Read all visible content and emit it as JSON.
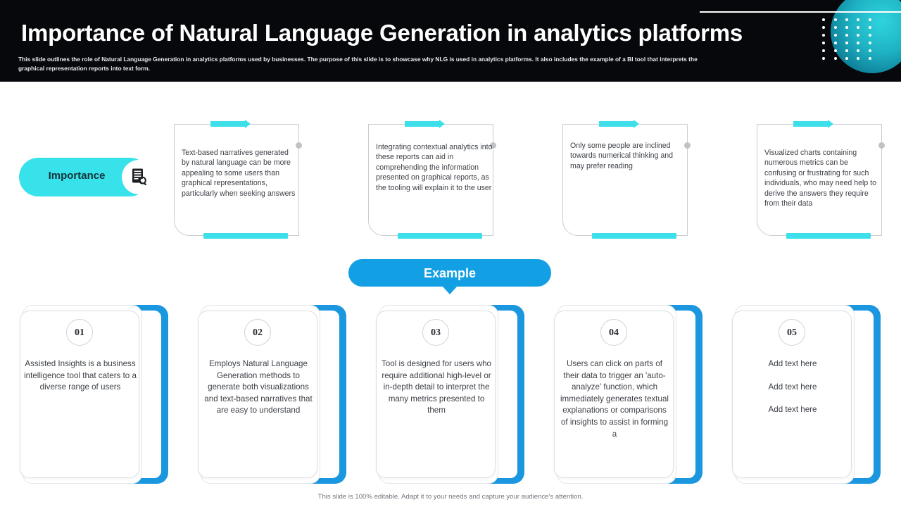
{
  "header": {
    "title": "Importance of Natural Language Generation in analytics platforms",
    "subtitle": "This slide outlines the role of Natural Language Generation in analytics platforms used by businesses. The purpose of this slide is to showcase why NLG is used in analytics platforms. It also includes the example of a BI tool that interprets the graphical representation reports into text form.",
    "background_color": "#07080c",
    "accent_color": "#2fd4dd"
  },
  "importance": {
    "badge_label": "Importance",
    "badge_color": "#37e2ea",
    "icon": "document-search-icon",
    "cards": [
      {
        "text": "Text-based narratives generated by natural language can be more appealing to some users than graphical representations, particularly when seeking answers"
      },
      {
        "text": "Integrating contextual analytics into these reports can aid in comprehending the information presented on graphical reports, as the tooling will explain it to the user"
      },
      {
        "text": "Only some people are inclined towards numerical thinking and may prefer reading"
      },
      {
        "text": "Visualized charts containing numerous metrics can be confusing or frustrating for such individuals, who may need help to derive the answers they require from their data"
      }
    ]
  },
  "example": {
    "banner_label": "Example",
    "banner_color": "#139fe4",
    "cards": [
      {
        "number": "01",
        "text": "Assisted Insights is a business intelligence tool that caters to a diverse range of users"
      },
      {
        "number": "02",
        "text": "Employs Natural Language Generation methods to generate both visualizations and text-based narratives that are easy to understand"
      },
      {
        "number": "03",
        "text": "Tool is designed for users who require additional high-level or in-depth detail to interpret the many metrics presented to them"
      },
      {
        "number": "04",
        "text": "Users can click on parts of their data to trigger an 'auto-analyze' function, which immediately generates textual explanations or comparisons of insights to assist in forming a"
      },
      {
        "number": "05",
        "lines": [
          "Add text here",
          "Add text here",
          "Add text here"
        ]
      }
    ]
  },
  "footer": {
    "note": "This slide is 100% editable. Adapt it to your needs and capture your audience's attention."
  }
}
